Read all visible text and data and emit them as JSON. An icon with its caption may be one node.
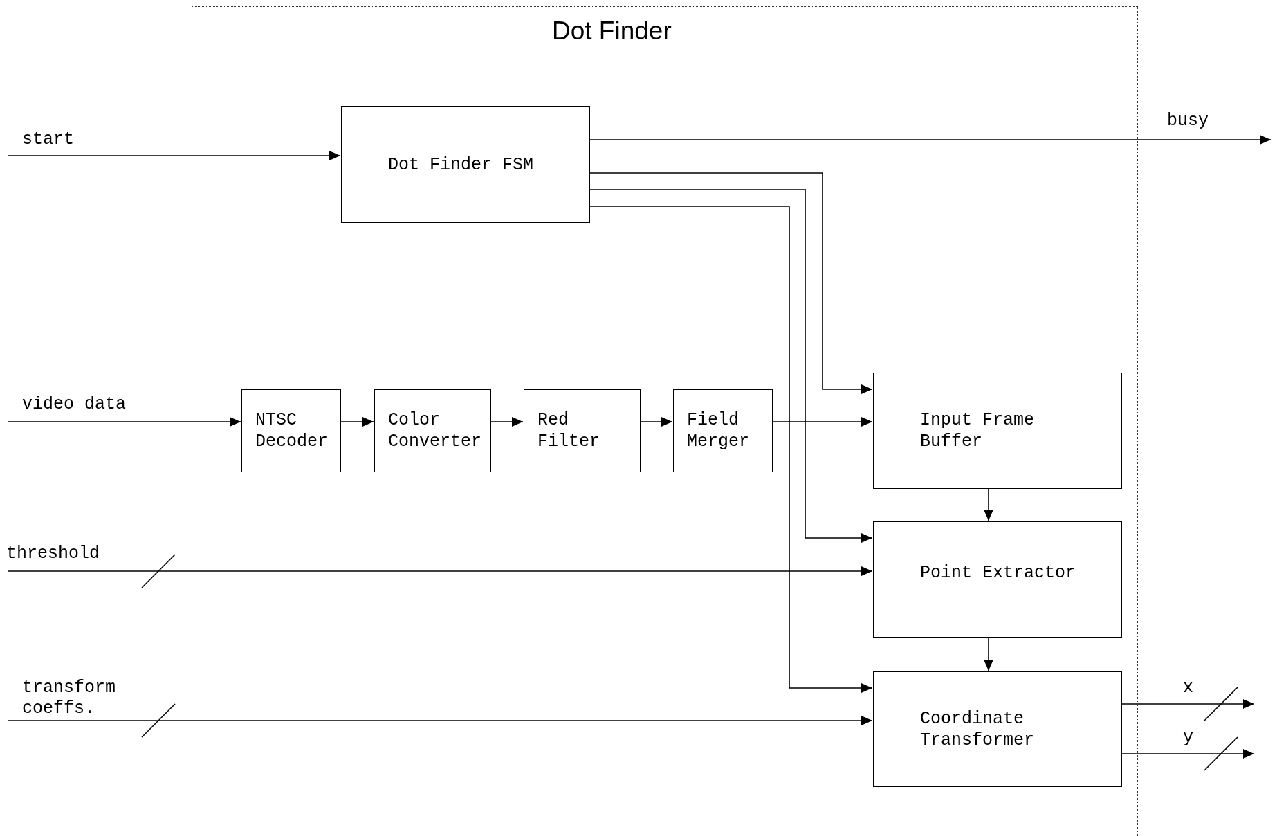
{
  "diagram": {
    "nodes": [
      {
        "text": [
          "Dot Finder"
        ]
      },
      {
        "text": [
          "Dot Finder FSM"
        ],
        "in": 0
      },
      {
        "text": [
          "NTSC Decoder"
        ],
        "in": 0
      },
      {
        "text": [
          "Color Converter"
        ],
        "in": 0
      },
      {
        "text": [
          "Red Filter"
        ],
        "in": 0
      },
      {
        "text": [
          "Field Merger"
        ],
        "in": 0
      },
      {
        "text": [
          "Input Frame Buffer"
        ],
        "in": 0
      },
      {
        "text": [
          "Point Extractor"
        ],
        "in": 0
      },
      {
        "text": [
          "Coordinate Transformer"
        ],
        "in": 0
      }
    ],
    "edges": [
      {
        "from": null,
        "to": 1,
        "arrow": "to",
        "label": "start"
      },
      {
        "from": 1,
        "to": null,
        "arrow": "to",
        "label": "busy"
      },
      {
        "from": 1,
        "to": 6,
        "arrow": "to"
      },
      {
        "from": 1,
        "to": 7,
        "arrow": "to"
      },
      {
        "from": 1,
        "to": 8,
        "arrow": "to"
      },
      {
        "from": null,
        "to": 2,
        "arrow": "to",
        "label": "video data"
      },
      {
        "from": 2,
        "to": 3,
        "arrow": "to"
      },
      {
        "from": 3,
        "to": 4,
        "arrow": "to"
      },
      {
        "from": 4,
        "to": 5,
        "arrow": "to"
      },
      {
        "from": 5,
        "to": 6,
        "arrow": "to"
      },
      {
        "from": 6,
        "to": 7,
        "arrow": "to"
      },
      {
        "from": 7,
        "to": 8,
        "arrow": "to"
      },
      {
        "from": null,
        "to": 7,
        "arrow": "to",
        "label": "threshold"
      },
      {
        "from": null,
        "to": 8,
        "arrow": "to",
        "label": "transform coeffs."
      },
      {
        "from": 8,
        "to": null,
        "arrow": "to",
        "label": "x"
      },
      {
        "from": 8,
        "to": null,
        "arrow": "to",
        "label": "y"
      }
    ]
  }
}
